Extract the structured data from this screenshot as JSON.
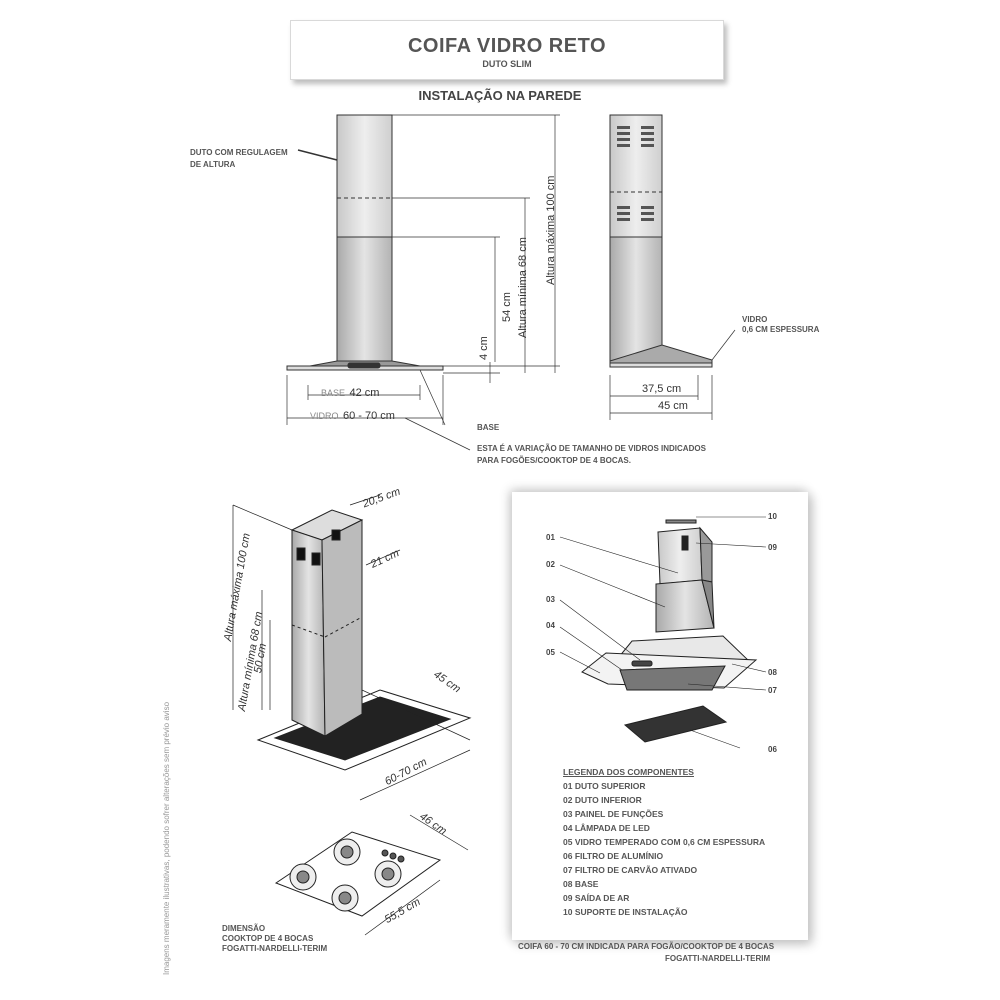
{
  "header": {
    "title": "COIFA VIDRO RETO",
    "subtitle": "DUTO SLIM"
  },
  "section_title": "INSTALAÇÃO NA PAREDE",
  "front_view": {
    "duct_label": [
      "DUTO COM REGULAGEM",
      "DE ALTURA"
    ],
    "dim_max_height": "Altura máxima 100 cm",
    "dim_min_height": "Altura mínima 68 cm",
    "dim_54": "54 cm",
    "dim_4": "4 cm",
    "base_prefix": "BASE",
    "base_value": "42 cm",
    "glass_prefix": "VIDRO",
    "glass_value": "60 - 70 cm",
    "base_callout": "BASE",
    "variation_note": [
      "ESTA É A VARIAÇÃO DE TAMANHO DE VIDROS INDICADOS",
      "PARA FOGÕES/COOKTOP DE 4 BOCAS."
    ]
  },
  "side_view": {
    "glass_label": [
      "VIDRO",
      "0,6 CM ESPESSURA"
    ],
    "dim_375": "37,5 cm",
    "dim_45": "45 cm"
  },
  "iso_view": {
    "dim_205": "20,5 cm",
    "dim_21": "21 cm",
    "dim_max": "Altura máxima 100 cm",
    "dim_min": "Altura mínima 68 cm",
    "dim_50": "50 cm",
    "dim_45": "45 cm",
    "dim_6070": "60-70 cm"
  },
  "cooktop": {
    "dim_46": "46 cm",
    "dim_555": "55,5 cm",
    "caption": [
      "DIMENSÃO",
      "COOKTOP  DE 4 BOCAS",
      "FOGATTI-NARDELLI-TERIM"
    ]
  },
  "components": {
    "numbers": [
      "01",
      "02",
      "03",
      "04",
      "05",
      "06",
      "07",
      "08",
      "09",
      "10"
    ],
    "legend_title": "LEGENDA DOS COMPONENTES",
    "legend": [
      "01 DUTO SUPERIOR",
      "02 DUTO INFERIOR",
      "03 PAINEL DE FUNÇÕES",
      "04 LÂMPADA DE LED",
      "05 VIDRO TEMPERADO COM 0,6 CM ESPESSURA",
      "06 FILTRO DE ALUMÍNIO",
      "07 FILTRO DE CARVÃO ATIVADO",
      "08 BASE",
      "09 SAÍDA DE AR",
      "10 SUPORTE DE  INSTALAÇÃO"
    ]
  },
  "footer": {
    "note": [
      "COIFA 60 - 70 CM INDICADA PARA FOGÃO/COOKTOP DE 4 BOCAS",
      "FOGATTI-NARDELLI-TERIM"
    ],
    "disclaimer": "Imagens meramente ilustrativas, podendo sofrer alterações sem prévio aviso"
  }
}
